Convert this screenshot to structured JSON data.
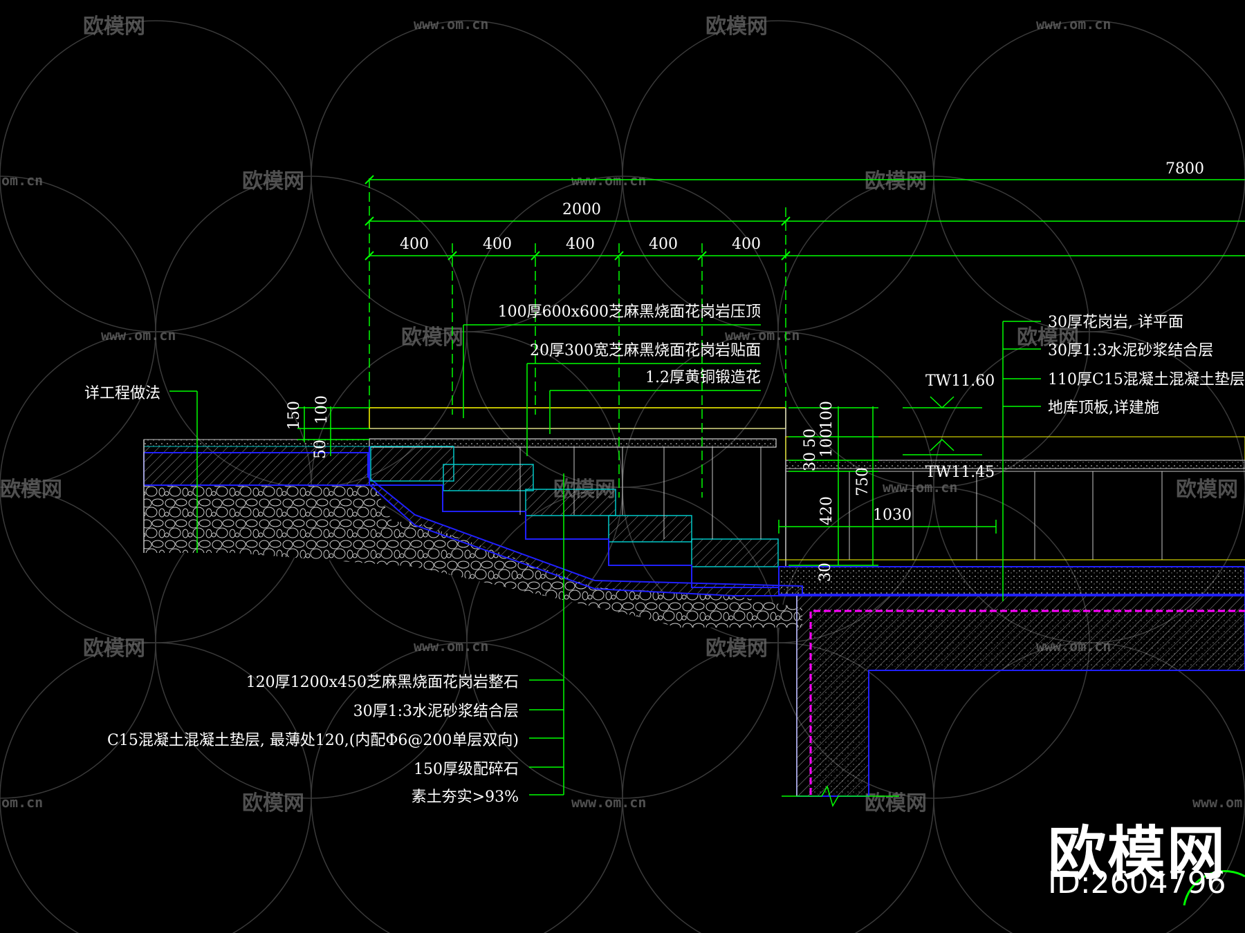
{
  "dimensions": {
    "total": "7800",
    "span": "2000",
    "segments": [
      "400",
      "400",
      "400",
      "400",
      "400"
    ],
    "left_h150": "150",
    "left_h100": "100",
    "left_h50": "50",
    "right_100a": "100",
    "right_50": "50",
    "right_100b": "100",
    "right_30a": "30",
    "right_750": "750",
    "right_420": "420",
    "right_30b": "30",
    "right_1030": "1030"
  },
  "levels": {
    "top": "TW11.60",
    "bottom": "TW11.45"
  },
  "notes_top": [
    "100厚600x600芝麻黑烧面花岗岩压顶",
    "20厚300宽芝麻黑烧面花岗岩贴面",
    "1.2厚黄铜锻造花"
  ],
  "notes_right": [
    "30厚花岗岩, 详平面",
    "30厚1:3水泥砂浆结合层",
    "110厚C15混凝土混凝土垫层",
    "地库顶板,详建施"
  ],
  "note_left": "详工程做法",
  "notes_bottom": [
    "120厚1200x450芝麻黑烧面花岗岩整石",
    "30厚1:3水泥砂浆结合层",
    "C15混凝土混凝土垫层, 最薄处120,(内配Φ6@200单层双向)",
    "150厚级配碎石",
    "素土夯实>93%"
  ],
  "watermark": {
    "brand": "欧模网",
    "url": "www.om.cn",
    "url_short": "om.cn"
  },
  "brand_label": "欧模网",
  "brand_id": "ID:2604796",
  "colors": {
    "dim_line": "#00ff00",
    "yellow_line": "#ffff00",
    "blue_line": "#2020ff",
    "magenta_line": "#ff00ff",
    "cyan_line": "#00c8c8",
    "hatch": "#c8c8c8"
  }
}
